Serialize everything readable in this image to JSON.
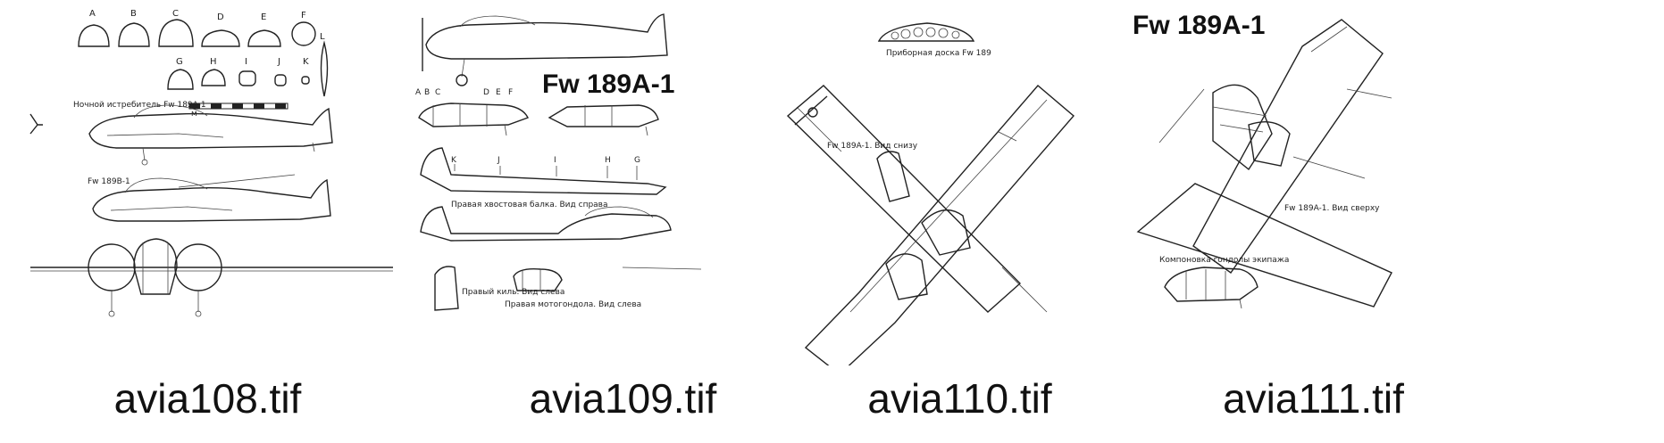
{
  "thumbnails": [
    {
      "filename": "avia108.tif",
      "section_letters_top": [
        "A",
        "B",
        "C",
        "D",
        "E",
        "F"
      ],
      "section_letters_bottom": [
        "G",
        "H",
        "I",
        "J",
        "K"
      ],
      "side_letter": "L",
      "label_night_fighter": "Ночной истребитель Fw 189A-1",
      "label_variant": "Fw 189B-1",
      "scale_label": "м"
    },
    {
      "filename": "avia109.tif",
      "title": "Fw 189A-1",
      "section_letters": [
        "A",
        "B",
        "C",
        "D",
        "E",
        "F"
      ],
      "station_letters": [
        "K",
        "J",
        "I",
        "H",
        "G"
      ],
      "caption_boom": "Правая хвостовая балка. Вид справа",
      "caption_fin": "Правый киль. Вид слева",
      "caption_nacelle": "Правая мотогондола. Вид слева"
    },
    {
      "filename": "avia110.tif",
      "caption_panel": "Приборная доска Fw 189",
      "caption_view": "Fw 189A-1. Вид снизу"
    },
    {
      "filename": "avia111.tif",
      "title": "Fw 189A-1",
      "caption_view": "Fw 189A-1. Вид сверху",
      "caption_gondola": "Компоновка гондолы экипажа"
    }
  ],
  "colors": {
    "background": "#ffffff",
    "line": "#222222",
    "text": "#111111"
  }
}
